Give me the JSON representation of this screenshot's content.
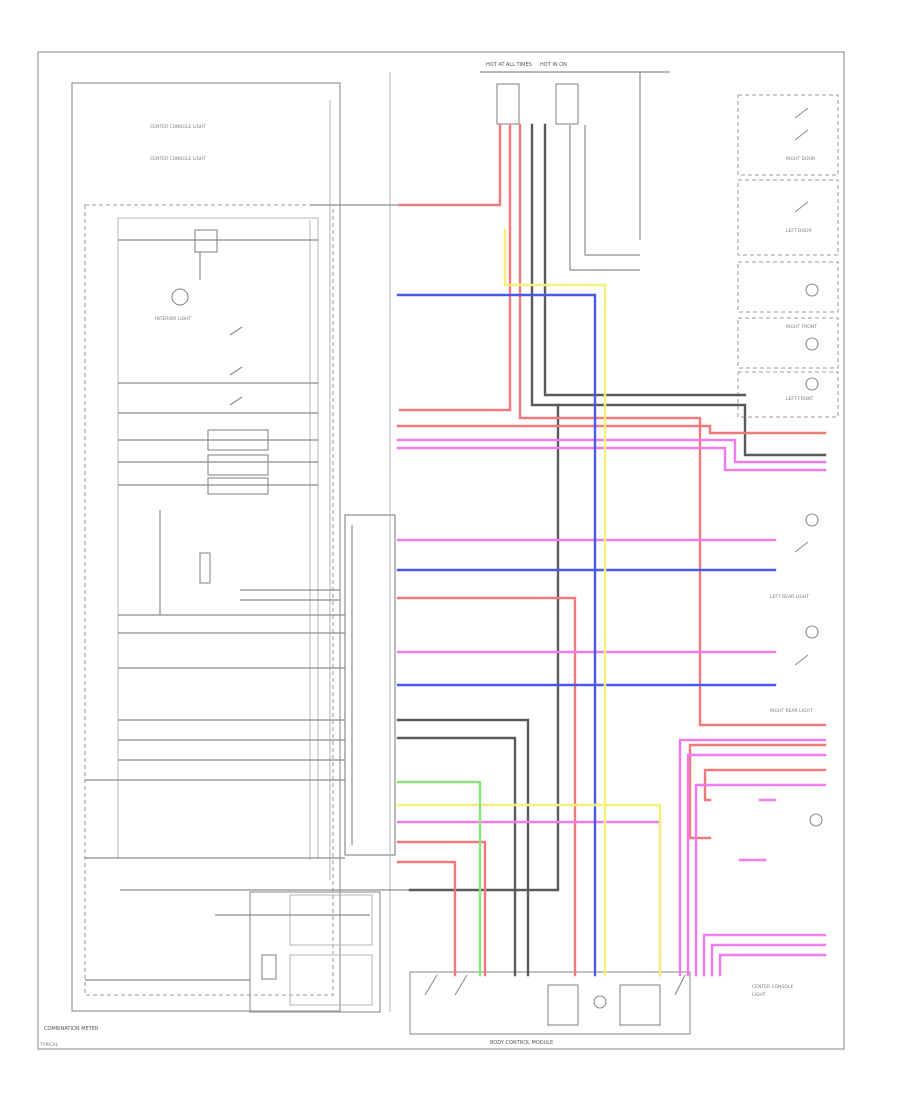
{
  "colors": {
    "red": "#f07a7a",
    "pink": "#f07af0",
    "blue": "#4a5ae8",
    "yellow": "#f4f07a",
    "green": "#8ee27a",
    "gray": "#5a5a5a",
    "black": "#222222"
  },
  "labels": {
    "top_conn_1": "HOT AT ALL TIMES",
    "top_conn_2": "HOT IN ON",
    "warning_light_1": "CENTER CONSOLE LIGHT",
    "warning_light_2": "CENTER CONSOLE LIGHT",
    "interior_light": "INTERIOR LIGHT",
    "right_door": "RIGHT DOOR",
    "left_door": "LEFT DOOR",
    "right_front": "RIGHT FRONT",
    "left_front": "LEFT FRONT",
    "left_rear_lamp": "LEFT REAR LIGHT",
    "right_rear_lamp": "RIGHT REAR LIGHT",
    "bottom_module": "BODY CONTROL MODULE",
    "bottom_left": "COMBINATION METER",
    "bottom_right_1": "CENTER CONSOLE",
    "bottom_right_2": "LIGHT",
    "corner": "TYPICAL"
  }
}
